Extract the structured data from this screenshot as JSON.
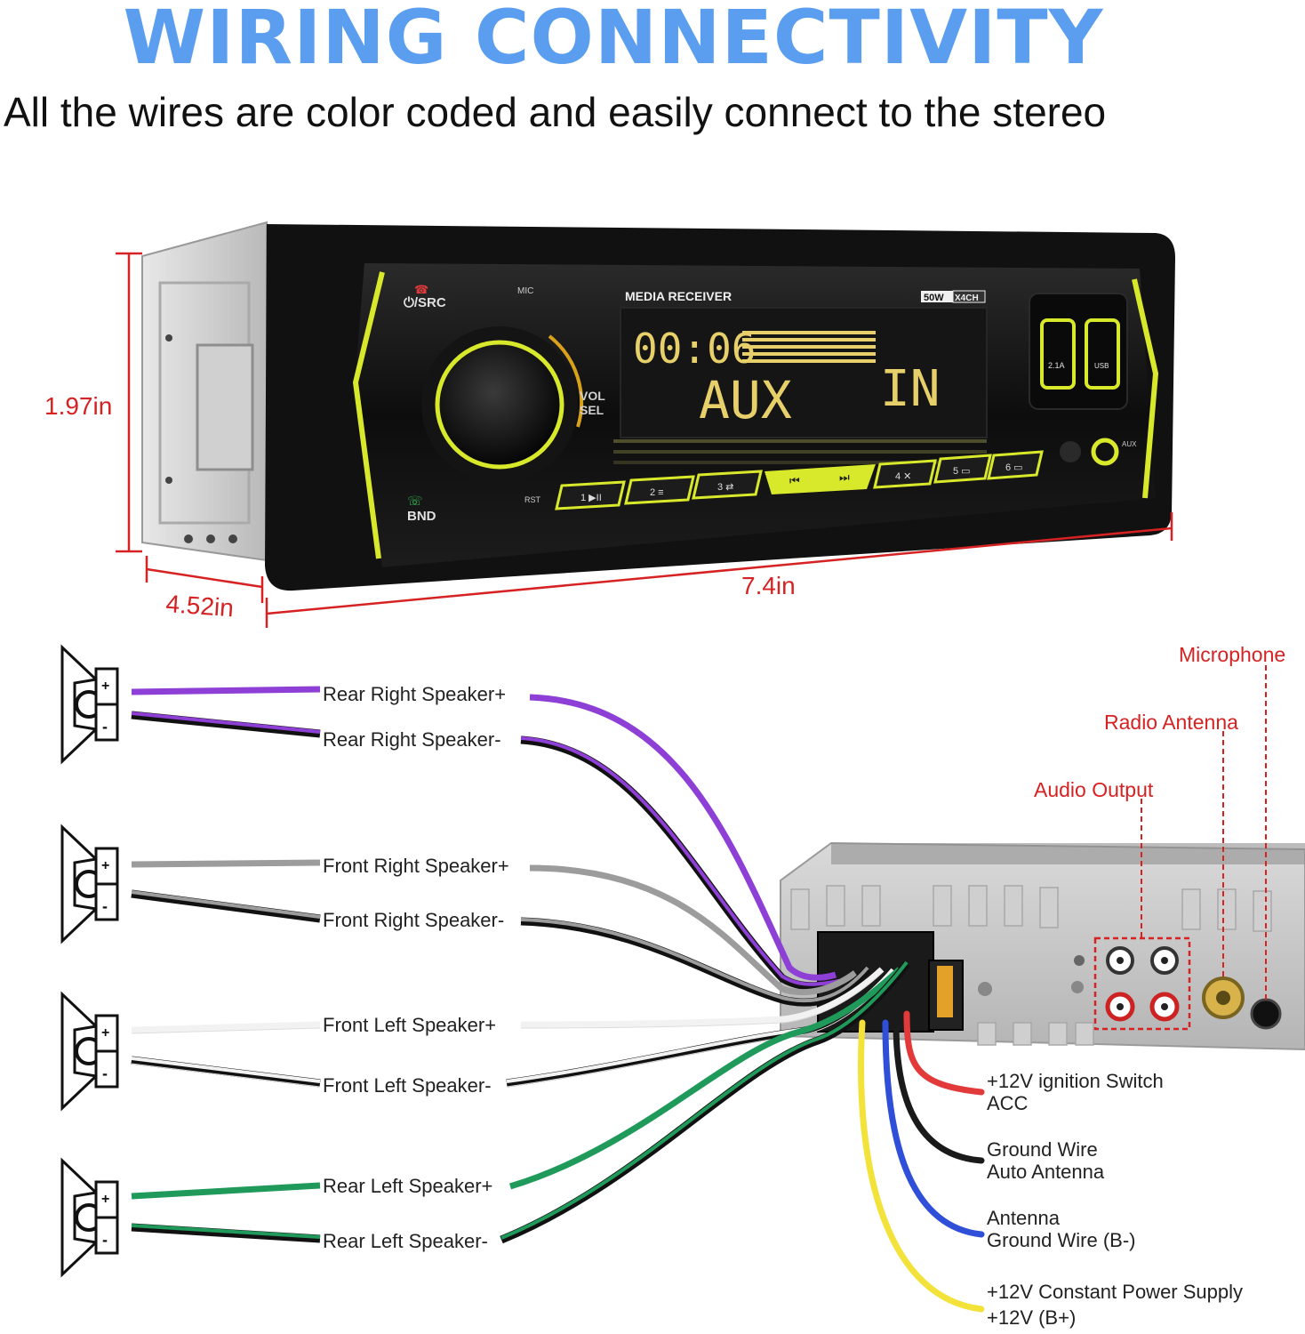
{
  "header": {
    "title": "WIRING CONNECTIVITY",
    "subtitle": "All the wires are color coded and easily connect to the stereo"
  },
  "colors": {
    "title": "#5b9ef0",
    "dimension": "#d62222",
    "accent_lights": "#d8e82a",
    "purple": "#8e3fd6",
    "gray": "#9c9c9c",
    "white": "#f2f2f2",
    "green": "#1f9a5a",
    "black": "#1a1a1a",
    "red": "#e23a3a",
    "blue": "#2f4fd8",
    "yellow": "#f3e23a"
  },
  "dimensions": {
    "height": "1.97in",
    "width": "7.4in",
    "depth": "4.52in"
  },
  "faceplate": {
    "power_source": "⏻/SRC",
    "mic": "MIC",
    "band": "BND",
    "rst": "RST",
    "media_receiver": "MEDIA RECEIVER",
    "power_badge_a": "50W",
    "power_badge_b": "X4CH",
    "display_time": "00:06",
    "display_left": "AUX",
    "display_right": "IN",
    "vol": "VOL",
    "sel": "SEL",
    "usb_charge": "2.1A",
    "usb_data": "USB",
    "aux": "AUX",
    "preset_buttons": [
      "1 ▶II",
      "2 ≡",
      "3 ⇄",
      "4 ✕",
      "5 ▭",
      "6 ▭"
    ],
    "seek_prev": "⏮",
    "seek_next": "⏭"
  },
  "speaker_wires": [
    {
      "label": "Rear Right Speaker+",
      "color": "purple"
    },
    {
      "label": "Rear Right Speaker-",
      "color": "purple"
    },
    {
      "label": "Front Right Speaker+",
      "color": "gray"
    },
    {
      "label": "Front Right Speaker-",
      "color": "gray"
    },
    {
      "label": "Front Left Speaker+",
      "color": "white"
    },
    {
      "label": "Front Left Speaker-",
      "color": "white"
    },
    {
      "label": "Rear Left Speaker+",
      "color": "green"
    },
    {
      "label": "Rear Left Speaker-",
      "color": "green"
    }
  ],
  "rear_ports": [
    {
      "label": "Microphone"
    },
    {
      "label": "Radio Antenna"
    },
    {
      "label": "Audio Output"
    }
  ],
  "power_wires": [
    {
      "line1": "+12V ignition Switch",
      "line2": "ACC",
      "color": "red"
    },
    {
      "line1": "Ground Wire",
      "line2": "Auto Antenna",
      "color": "black"
    },
    {
      "line1": "Antenna",
      "line2": "Ground Wire (B-)",
      "color": "blue"
    },
    {
      "line1": "+12V Constant Power Supply",
      "line2": "+12V (B+)",
      "color": "yellow"
    }
  ]
}
